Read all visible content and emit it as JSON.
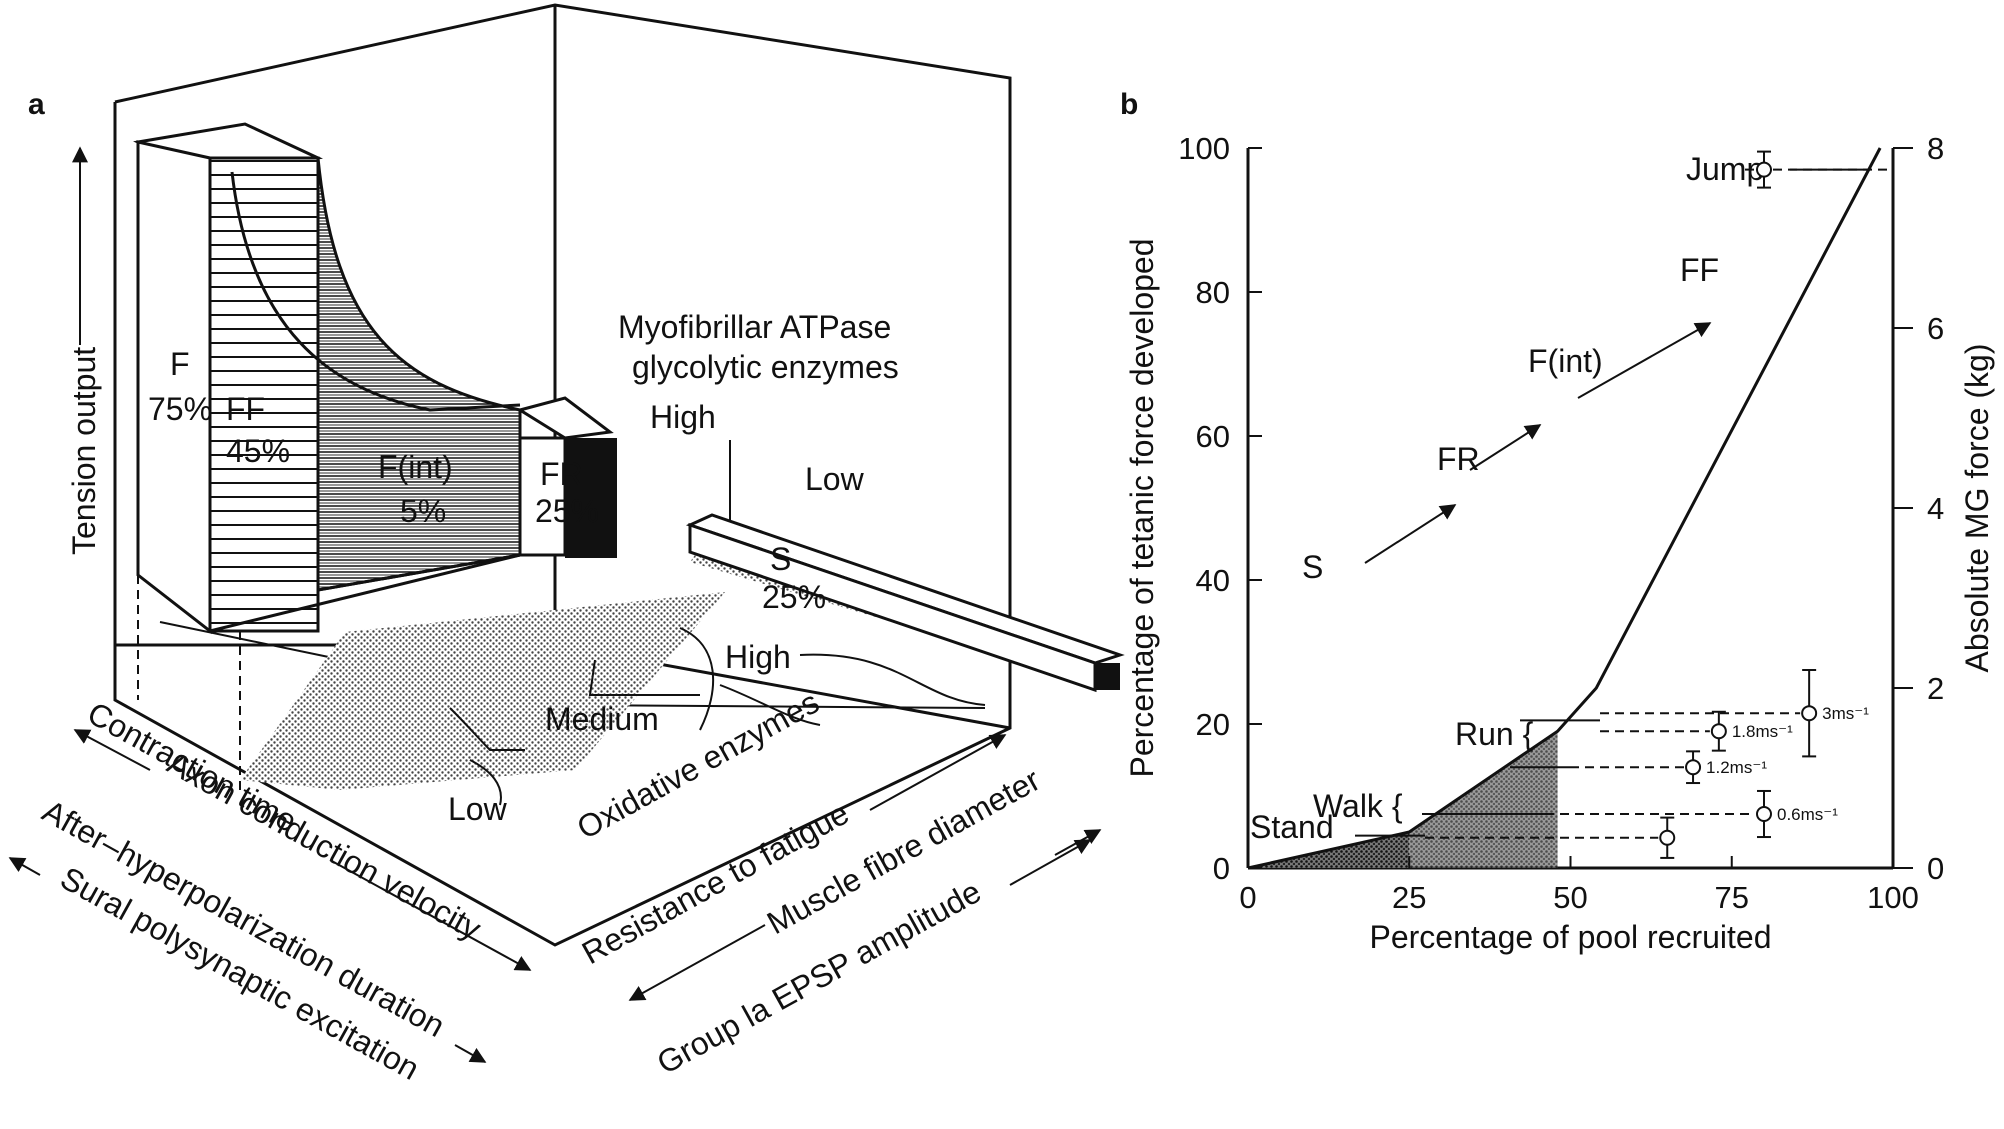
{
  "panel_a": {
    "label": "a",
    "y_axis": "Tension output",
    "regions": {
      "f_name": "F",
      "f_pct": "75%",
      "ff_name": "FF",
      "ff_pct": "45%",
      "fint_name": "F(int)",
      "fint_pct": "5%",
      "fr_name": "FR",
      "fr_pct": "25%",
      "s_name": "S",
      "s_pct": "25%"
    },
    "atpase_title_1": "Myofibrillar ATPase",
    "atpase_title_2": "glycolytic enzymes",
    "atpase_high": "High",
    "atpase_low": "Low",
    "oxidative_title": "Oxidative enzymes",
    "oxidative_low": "Low",
    "oxidative_medium": "Medium",
    "oxidative_high": "High",
    "left_axes": [
      "Contraction time",
      "Axon conduction velocity",
      "After–hyperpolarization duration",
      "Sural polysynaptic excitation"
    ],
    "right_axes": [
      "Resistance to fatigue",
      "Muscle fibre diameter",
      "Group la EPSP amplitude"
    ]
  },
  "panel_b": {
    "label": "b",
    "chart_data": {
      "type": "line",
      "xlabel": "Percentage of pool recruited",
      "ylabel": "Percentage of tetanic force developed",
      "y2label": "Absolute MG force (kg)",
      "xlim": [
        0,
        100
      ],
      "ylim": [
        0,
        100
      ],
      "y2lim": [
        0,
        8
      ],
      "xticks": [
        "0",
        "25",
        "50",
        "75",
        "100"
      ],
      "yticks": [
        "0",
        "20",
        "40",
        "60",
        "80",
        "100"
      ],
      "y2ticks": [
        "0",
        "2",
        "4",
        "6",
        "8"
      ],
      "series": [
        {
          "x": [
            0,
            25,
            48,
            54,
            98
          ],
          "y": [
            0,
            5,
            19,
            25,
            100
          ]
        }
      ],
      "recruitment_order": [
        "S",
        "FR",
        "F(int)",
        "FF"
      ],
      "tasks": [
        {
          "label": "Stand",
          "y": 5
        },
        {
          "label": "Walk {",
          "y": 7.5
        },
        {
          "label": "Run {",
          "y": 20
        },
        {
          "label": "Jump",
          "y": 97
        }
      ],
      "points": [
        {
          "x": 65,
          "y": 4.2,
          "err": 2.8,
          "label": ""
        },
        {
          "x": 80,
          "y": 7.5,
          "err": 3.2,
          "label": "0.6ms⁻¹"
        },
        {
          "x": 69,
          "y": 14,
          "err": 2.2,
          "label": "1.2ms⁻¹"
        },
        {
          "x": 73,
          "y": 19,
          "err": 2.7,
          "label": "1.8ms⁻¹"
        },
        {
          "x": 87,
          "y": 21.5,
          "err": 6,
          "label": "3ms⁻¹"
        },
        {
          "x": 80,
          "y": 97,
          "err": 2.5,
          "label": ""
        }
      ]
    }
  }
}
